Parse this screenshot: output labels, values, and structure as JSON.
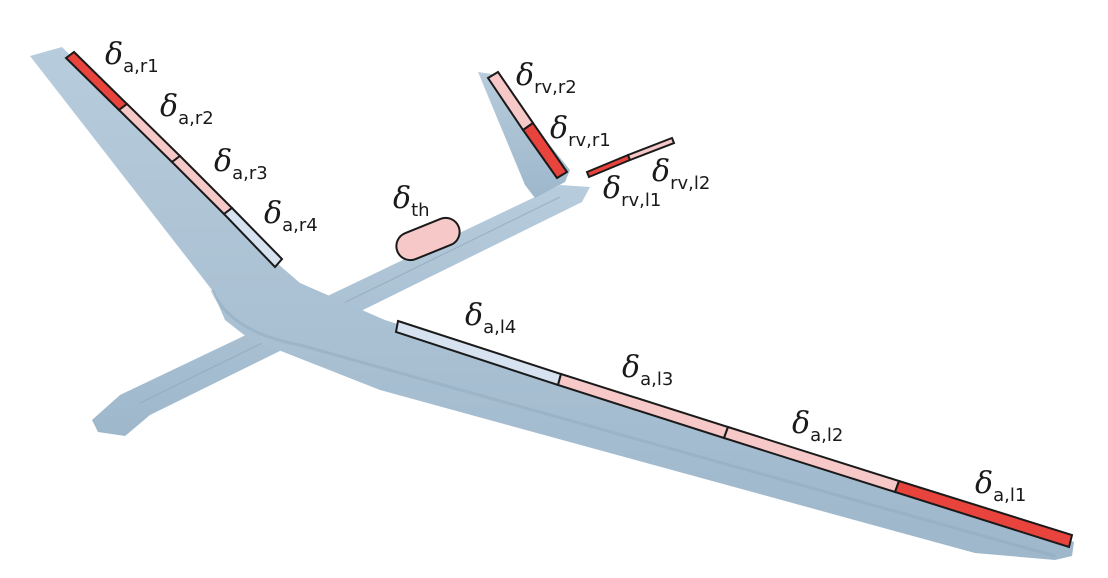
{
  "colors": {
    "body": "#a9c0d3",
    "body_edge": "#8fa9be",
    "red": "#e8433c",
    "pink": "#f6c9c8",
    "light_blue": "#d7e2f0",
    "outline": "#1a1a1a"
  },
  "labels": {
    "symbol": "δ",
    "ar1": "a,r1",
    "ar2": "a,r2",
    "ar3": "a,r3",
    "ar4": "a,r4",
    "th": "th",
    "rvr2": "rv,r2",
    "rvr1": "rv,r1",
    "rvl1": "rv,l1",
    "rvl2": "rv,l2",
    "al4": "a,l4",
    "al3": "a,l3",
    "al2": "a,l2",
    "al1": "a,l1"
  },
  "surfaces": {
    "a_r1": "red",
    "a_r2": "pink",
    "a_r3": "pink",
    "a_r4": "light_blue",
    "rv_r2": "pink",
    "rv_r1": "red",
    "rv_l1": "red",
    "rv_l2": "pink",
    "a_l4": "light_blue",
    "a_l3": "pink",
    "a_l2": "pink",
    "a_l1": "red",
    "th": "pink"
  }
}
